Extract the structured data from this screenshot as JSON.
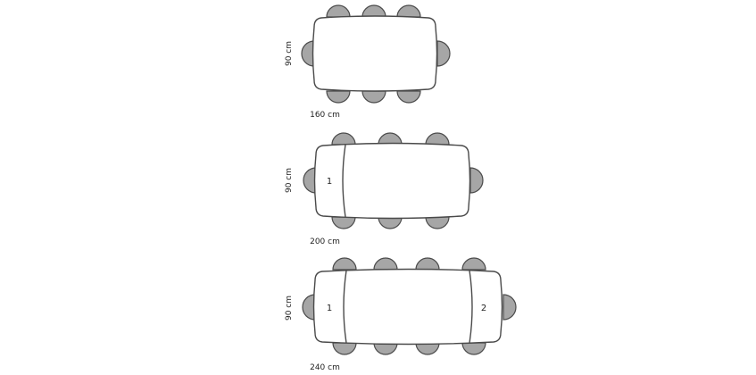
{
  "diagrams": [
    {
      "depth_label": "90 cm",
      "length_label": "160 cm",
      "leaf_labels": []
    },
    {
      "depth_label": "90 cm",
      "length_label": "200 cm",
      "leaf_labels": [
        "1"
      ]
    },
    {
      "depth_label": "90 cm",
      "length_label": "240 cm",
      "leaf_labels": [
        "1",
        "2"
      ]
    }
  ],
  "colors": {
    "outline": "#4a4a4a",
    "chair_fill": "#a6a6a6",
    "background": "#ffffff"
  }
}
